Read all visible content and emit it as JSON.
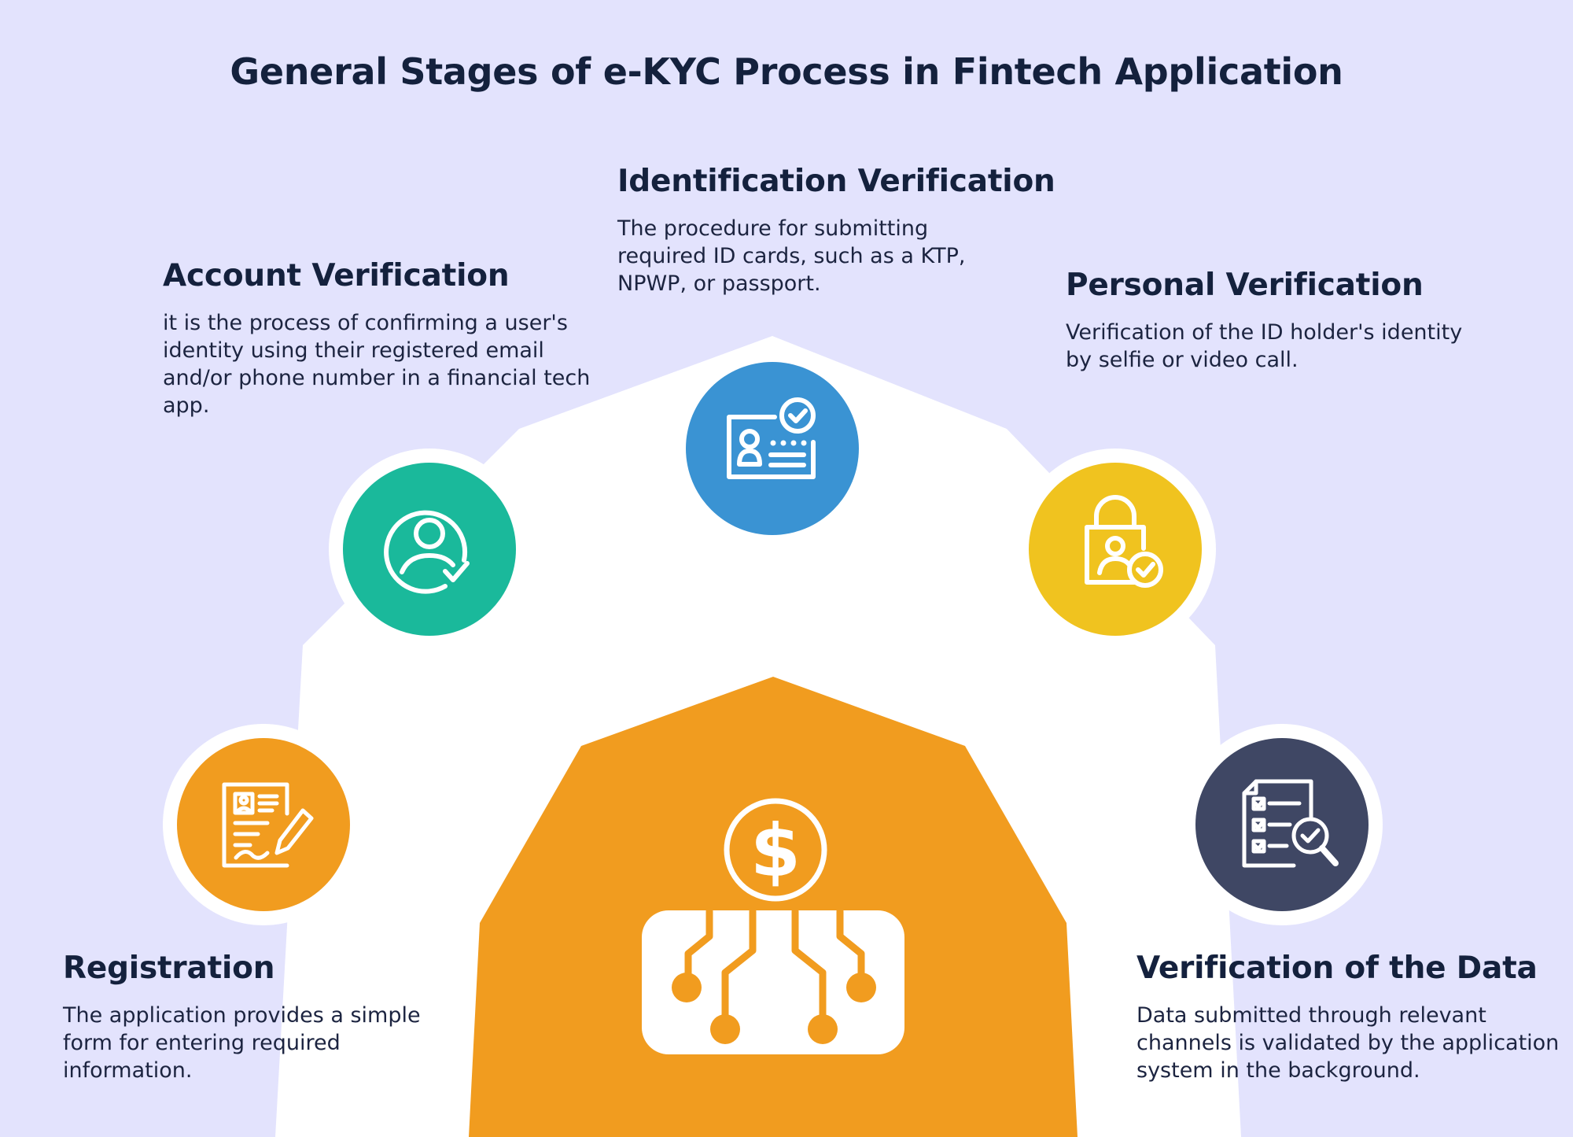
{
  "title": "General Stages of e-KYC Process in Fintech Application",
  "colors": {
    "background": "#e3e3fd",
    "hub": "#f19c1f",
    "registration": "#f19c1f",
    "account": "#1ab99b",
    "identification": "#3a93d3",
    "personal": "#f0c31f",
    "data": "#3f4764",
    "text": "#14213d"
  },
  "center": {
    "icon": "dollar-circuit-icon"
  },
  "stages": [
    {
      "key": "registration",
      "title": "Registration",
      "description": "The application provides a simple form for entering required information.",
      "icon": "form-sign-icon"
    },
    {
      "key": "account",
      "title": "Account Verification",
      "description": "it is the process of confirming a user's identity using their registered email and/or phone number in a financial tech app.",
      "icon": "user-check-icon"
    },
    {
      "key": "identification",
      "title": "Identification Verification",
      "description": "The procedure for submitting required ID cards, such as a KTP, NPWP, or passport.",
      "icon": "id-card-check-icon"
    },
    {
      "key": "personal",
      "title": "Personal Verification",
      "description": "Verification of the ID holder's identity by selfie or video call.",
      "icon": "lock-user-check-icon"
    },
    {
      "key": "data",
      "title": "Verification of the Data",
      "description": "Data submitted through relevant channels is validated by the application system in the background.",
      "icon": "checklist-search-icon"
    }
  ]
}
